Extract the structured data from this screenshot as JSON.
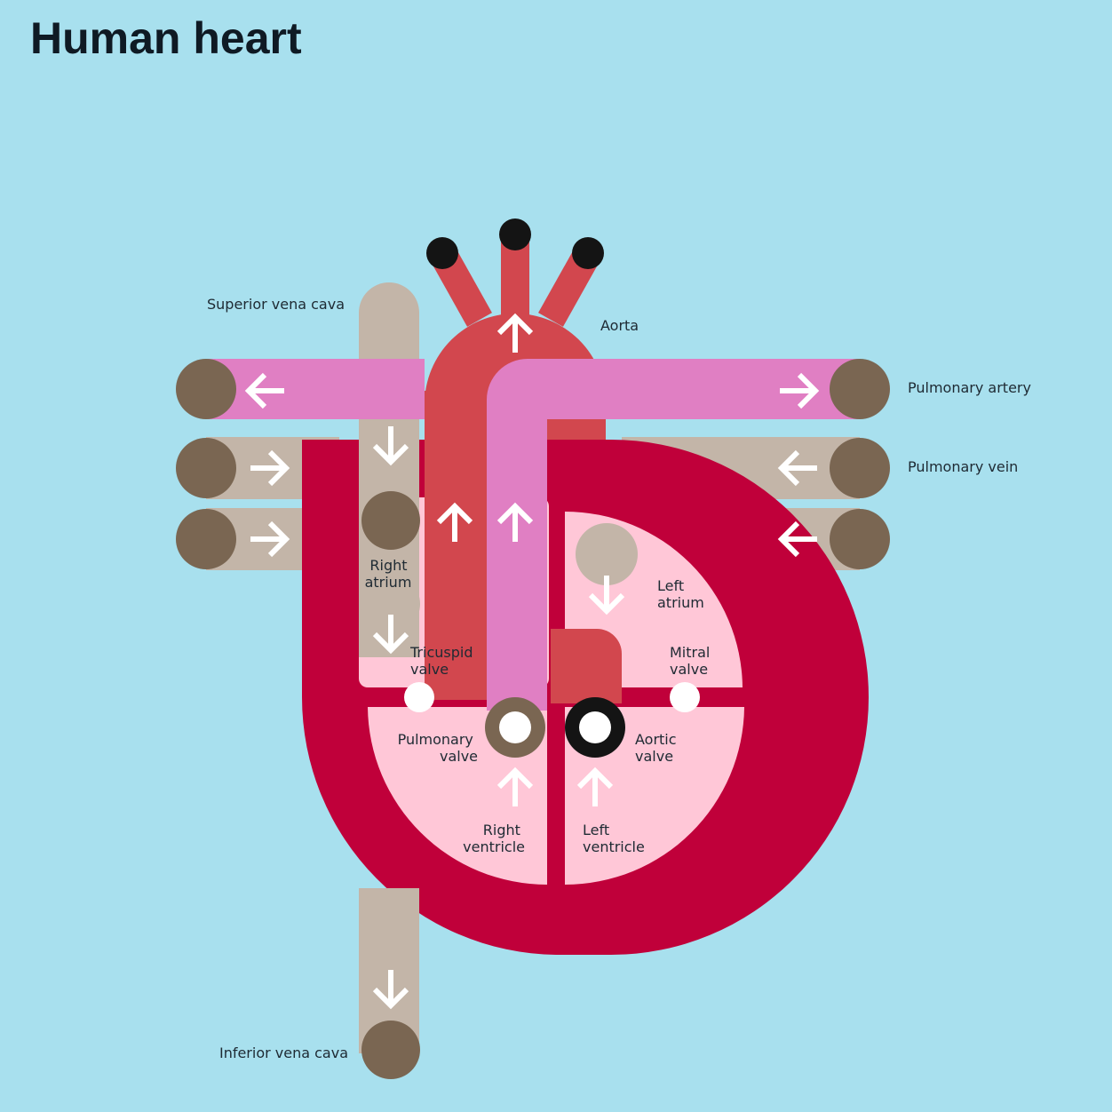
{
  "title": "Human heart",
  "colors": {
    "background": "#a8e0ee",
    "heart_wall": "#c0003a",
    "chamber": "#ffc7d7",
    "aorta": "#d2474e",
    "pulmonary_artery": "#e07fc3",
    "vein": "#c3b5a8",
    "vessel_end": "#7a6652",
    "aortic_branch_end": "#141414",
    "arrow": "#ffffff"
  },
  "icons": [
    "flow-arrow-icon"
  ],
  "labels": {
    "superior_vena_cava": "Superior vena cava",
    "aorta": "Aorta",
    "pulmonary_artery": "Pulmonary artery",
    "pulmonary_vein": "Pulmonary vein",
    "right_atrium": [
      "Right",
      "atrium"
    ],
    "left_atrium": [
      "Left",
      "atrium"
    ],
    "tricuspid_valve": [
      "Tricuspid",
      "valve"
    ],
    "mitral_valve": [
      "Mitral",
      "valve"
    ],
    "pulmonary_valve": [
      "Pulmonary",
      "valve"
    ],
    "aortic_valve": [
      "Aortic",
      "valve"
    ],
    "right_ventricle": [
      "Right",
      "ventricle"
    ],
    "left_ventricle": [
      "Left",
      "ventricle"
    ],
    "inferior_vena_cava": "Inferior vena cava"
  }
}
